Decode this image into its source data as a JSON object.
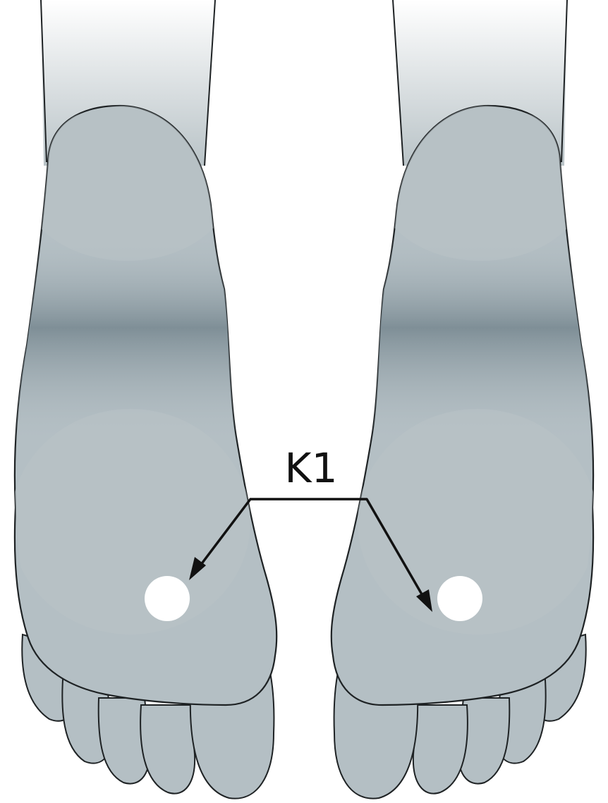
{
  "diagram": {
    "label": "K1",
    "colors": {
      "skin": "#b4bfc4",
      "arch": "#7f8f97",
      "outline": "#1e2224",
      "point": "#ffffff",
      "arrow": "#111111",
      "leg_top": "#ffffff",
      "leg_bottom": "#b9c3c7"
    },
    "feet": [
      "left-foot",
      "right-foot"
    ],
    "points": [
      "left-foot-k1-point",
      "right-foot-k1-point"
    ]
  }
}
